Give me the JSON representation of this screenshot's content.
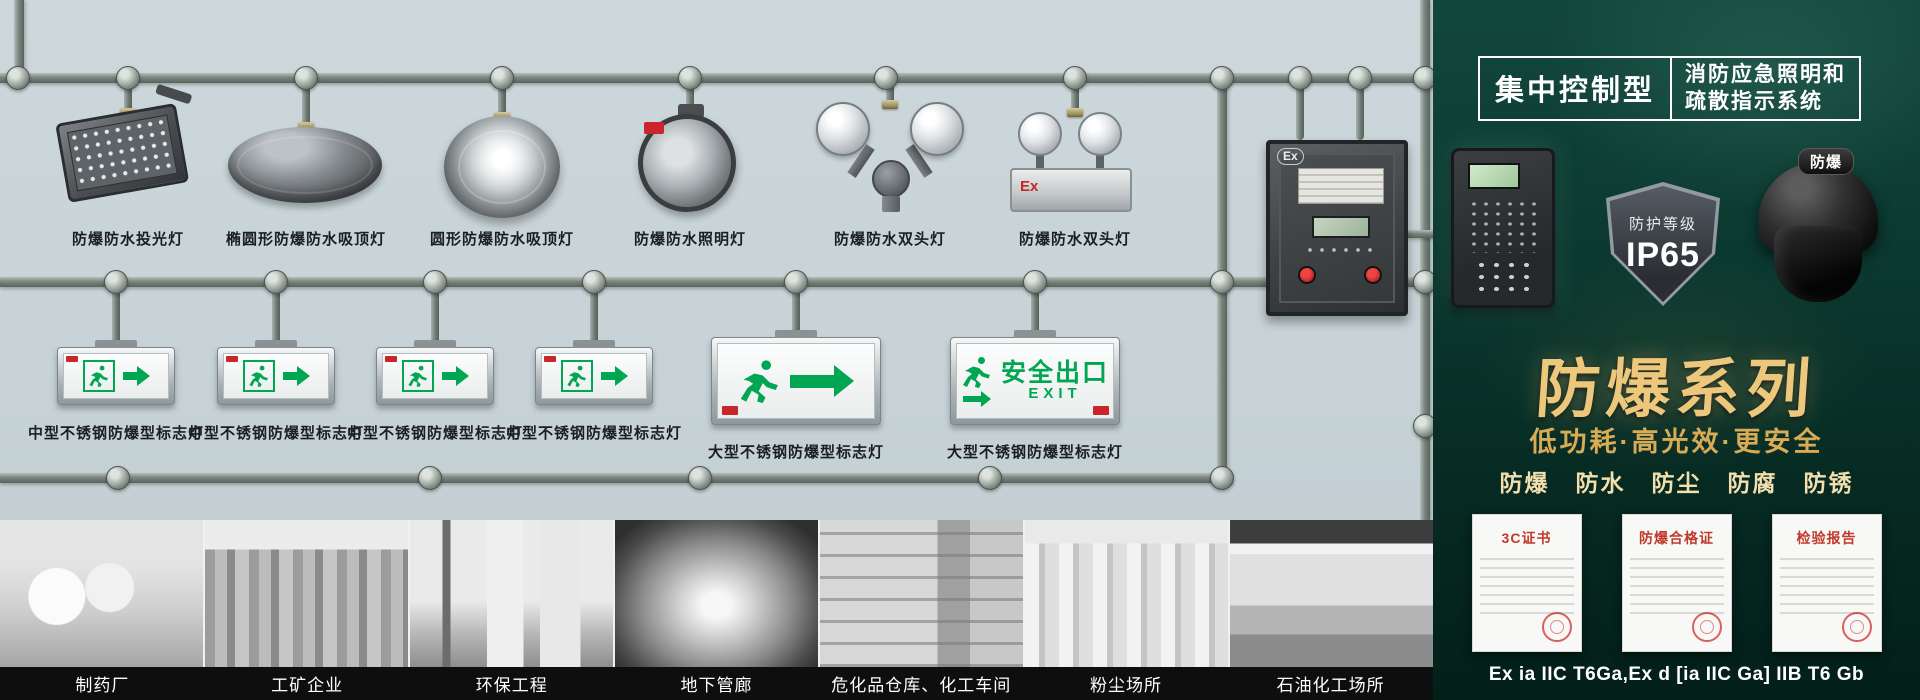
{
  "colors": {
    "sign_green": "#00a651",
    "accent_gold": "#e9c87b",
    "panel_background": "#0b3930",
    "brand_red": "#c9252b"
  },
  "row1": {
    "items": [
      {
        "label": "防爆防水投光灯"
      },
      {
        "label": "椭圆形防爆防水吸顶灯"
      },
      {
        "label": "圆形防爆防水吸顶灯"
      },
      {
        "label": "防爆防水照明灯"
      },
      {
        "label": "防爆防水双头灯"
      },
      {
        "label": "防爆防水双头灯"
      }
    ]
  },
  "row2": {
    "items": [
      {
        "label": "中型不锈钢防爆型标志灯"
      },
      {
        "label": "中型不锈钢防爆型标志灯"
      },
      {
        "label": "中型不锈钢防爆型标志灯"
      },
      {
        "label": "中型不锈钢防爆型标志灯"
      },
      {
        "label": "大型不锈钢防爆型标志灯"
      },
      {
        "label": "大型不锈钢防爆型标志灯"
      }
    ]
  },
  "exit_sign": {
    "text": "安全出口",
    "subtext": "EXIT"
  },
  "marks": {
    "ex_box": "Ex",
    "ex_lamp": "Ex"
  },
  "scenes": [
    {
      "label": "制药厂"
    },
    {
      "label": "工矿企业"
    },
    {
      "label": "环保工程"
    },
    {
      "label": "地下管廊"
    },
    {
      "label": "危化品仓库、化工车间"
    },
    {
      "label": "粉尘场所"
    },
    {
      "label": "石油化工场所"
    }
  ],
  "panel": {
    "badge": "集中控制型",
    "title_line1": "消防应急照明和",
    "title_line2": "疏散指示系统",
    "ip_label": "防护等级",
    "ip_value": "IP65",
    "helmet_label": "防爆",
    "series_title": "防爆系列",
    "slogan": "低功耗·高光效·更安全",
    "features": [
      "防爆",
      "防水",
      "防尘",
      "防腐",
      "防锈"
    ],
    "certificates": [
      {
        "title": "3C证书"
      },
      {
        "title": "防爆合格证"
      },
      {
        "title": "检验报告"
      }
    ],
    "spec_text": "Ex ia IIC T6Ga,Ex d [ia IIC Ga] IIB T6 Gb"
  }
}
